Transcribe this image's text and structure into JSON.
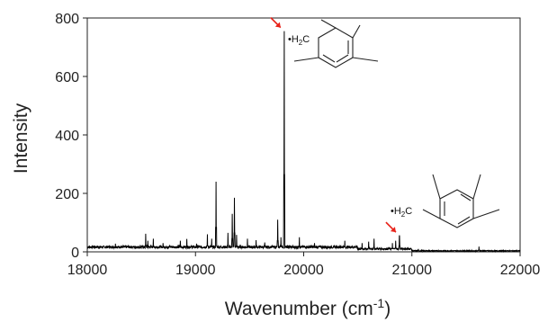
{
  "chart_data": {
    "type": "line",
    "title": "",
    "xlabel": "Wavenumber (cm",
    "xlabel_sup": "-1",
    "xlabel_close": ")",
    "ylabel": "Intensity",
    "xlim": [
      18000,
      22000
    ],
    "ylim": [
      0,
      800
    ],
    "x_ticks": [
      18000,
      19000,
      20000,
      21000,
      22000
    ],
    "y_ticks": [
      0,
      200,
      400,
      600,
      800
    ],
    "grid": false,
    "legend": "none",
    "line_color": "#000000",
    "arrow_color": "#e8231a",
    "baseline": 12,
    "peaks": [
      {
        "x": 18260,
        "y": 28
      },
      {
        "x": 18540,
        "y": 62
      },
      {
        "x": 18560,
        "y": 38
      },
      {
        "x": 18610,
        "y": 45
      },
      {
        "x": 18700,
        "y": 30
      },
      {
        "x": 18860,
        "y": 38
      },
      {
        "x": 18920,
        "y": 44
      },
      {
        "x": 19010,
        "y": 28
      },
      {
        "x": 19110,
        "y": 60
      },
      {
        "x": 19150,
        "y": 45
      },
      {
        "x": 19190,
        "y": 240
      },
      {
        "x": 19300,
        "y": 65
      },
      {
        "x": 19340,
        "y": 130
      },
      {
        "x": 19360,
        "y": 185
      },
      {
        "x": 19380,
        "y": 58
      },
      {
        "x": 19480,
        "y": 45
      },
      {
        "x": 19560,
        "y": 40
      },
      {
        "x": 19640,
        "y": 32
      },
      {
        "x": 19760,
        "y": 110
      },
      {
        "x": 19790,
        "y": 50
      },
      {
        "x": 19820,
        "y": 755
      },
      {
        "x": 19960,
        "y": 50
      },
      {
        "x": 20100,
        "y": 30
      },
      {
        "x": 20380,
        "y": 38
      },
      {
        "x": 20540,
        "y": 30
      },
      {
        "x": 20600,
        "y": 35
      },
      {
        "x": 20650,
        "y": 45
      },
      {
        "x": 20820,
        "y": 30
      },
      {
        "x": 20850,
        "y": 38
      },
      {
        "x": 20885,
        "y": 55
      },
      {
        "x": 21060,
        "y": 10
      },
      {
        "x": 21620,
        "y": 18
      }
    ],
    "annotations": [
      {
        "label_prefix": "•H",
        "label_sub": "2",
        "label_suffix": "C",
        "arrow_target_x": 19820,
        "arrow_target_y": 755
      },
      {
        "label_prefix": "•H",
        "label_sub": "2",
        "label_suffix": "C",
        "arrow_target_x": 20885,
        "arrow_target_y": 55
      }
    ]
  }
}
